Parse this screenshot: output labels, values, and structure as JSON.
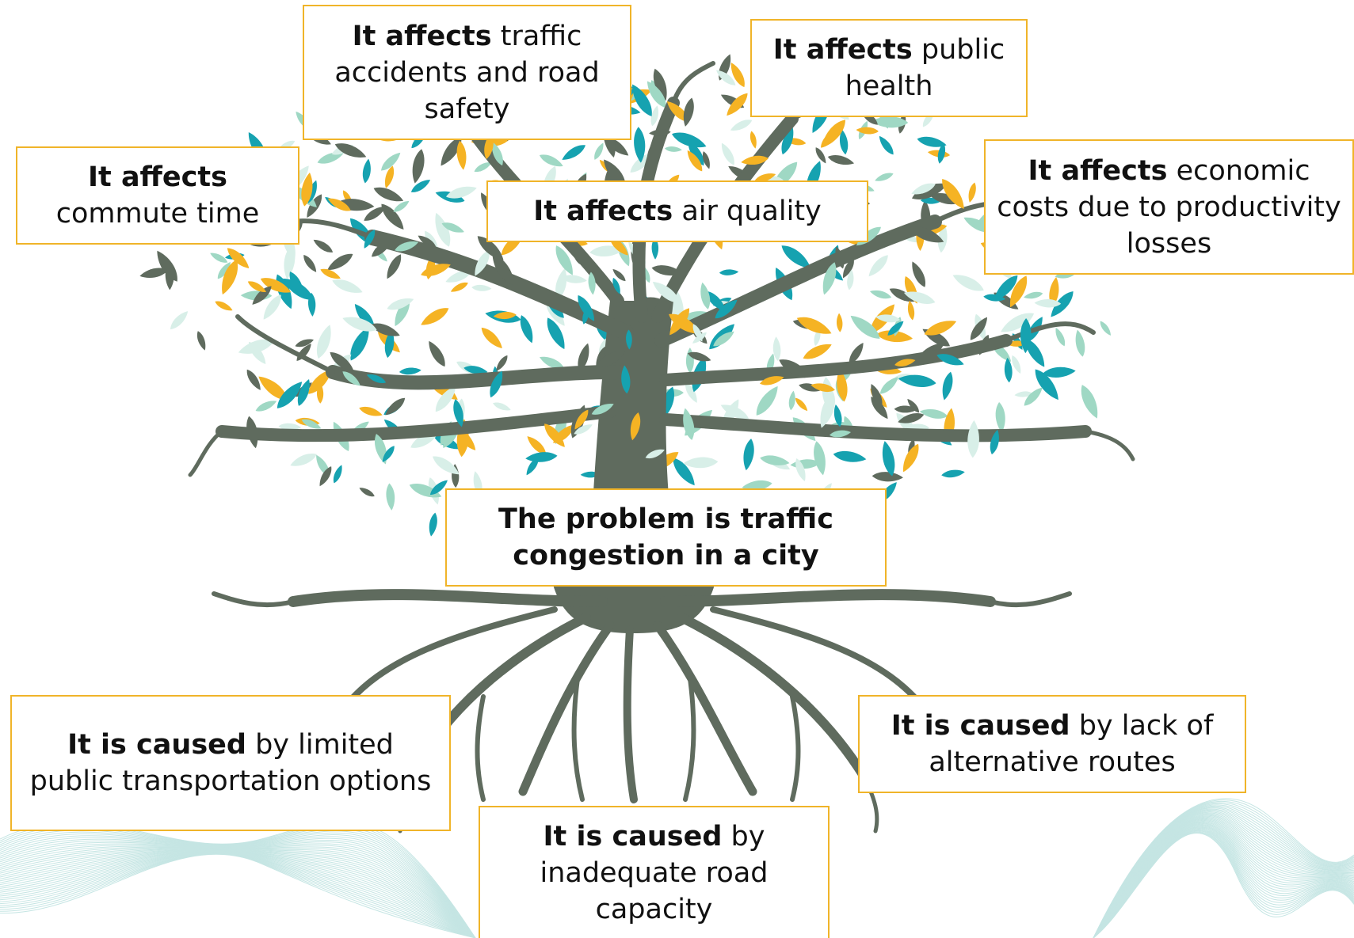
{
  "colors": {
    "trunk": "#5f6b5e",
    "box_border": "#f0b429",
    "leaf_palette": [
      "#5f6b5e",
      "#f5b324",
      "#16a2b0",
      "#9fd8c4",
      "#d8efe8"
    ],
    "wave": "#bfe3e1"
  },
  "problem": {
    "text": "The problem is traffic congestion in a city"
  },
  "effects": [
    {
      "lead": "It affects",
      "rest": "traffic accidents and road safety"
    },
    {
      "lead": "It affects",
      "rest": "public health"
    },
    {
      "lead": "It affects",
      "rest": "commute time"
    },
    {
      "lead": "It affects",
      "rest": "air quality"
    },
    {
      "lead": "It affects",
      "rest": "economic costs due to productivity losses"
    }
  ],
  "causes": [
    {
      "lead": "It is caused",
      "rest": "by limited public transportation options"
    },
    {
      "lead": "It is caused",
      "rest": "by lack of alternative routes"
    },
    {
      "lead": "It is caused",
      "rest": "by inadequate road capacity"
    }
  ]
}
